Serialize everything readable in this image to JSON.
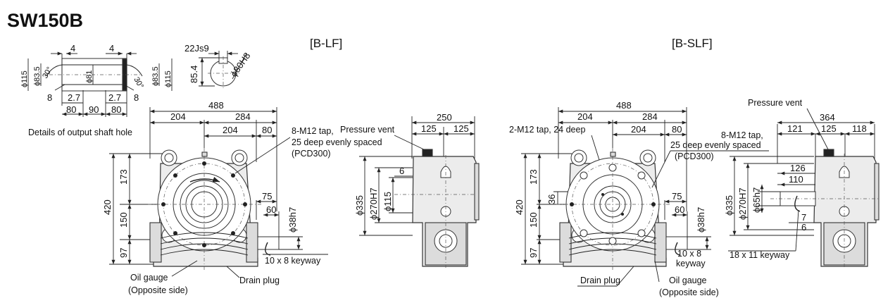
{
  "title": "SW150B",
  "views": {
    "left": "[B-LF]",
    "right": "[B-SLF]"
  },
  "shaft_detail": {
    "caption": "Details of output shaft hole",
    "top_4a": "4",
    "top_4b": "4",
    "d115a": "ϕ115",
    "d835a": "ϕ83.5",
    "d81": "ϕ81",
    "d835b": "ϕ83.5",
    "d115b": "ϕ115",
    "ang30a": "30°",
    "ang30b": "30°",
    "c27a": "2.7",
    "c27b": "2.7",
    "c8a": "8",
    "c8b": "8",
    "w80a": "80",
    "w90": "90",
    "w80b": "80"
  },
  "keyway_detail": {
    "width": "22Js9",
    "height": "85.4",
    "dia": "ϕ80H8"
  },
  "left_front": {
    "d488": "488",
    "d204a": "204",
    "d284": "284",
    "d204b": "204",
    "d80": "80",
    "h420": "420",
    "h173": "173",
    "h150": "150",
    "h97": "97",
    "d75": "75",
    "d60": "60",
    "d38": "ϕ38h7",
    "tap_line1": "8-M12 tap,",
    "tap_line2": "25 deep evenly spaced",
    "tap_line3": "(PCD300)",
    "keyway": "10 x 8 keyway",
    "oil1": "Oil gauge",
    "oil2": "(Opposite side)",
    "drain": "Drain plug"
  },
  "left_side": {
    "vent": "Pressure vent",
    "d250": "250",
    "d125a": "125",
    "d125b": "125",
    "d6": "6",
    "d335": "ϕ335",
    "d270": "ϕ270H7",
    "d115": "ϕ115"
  },
  "right_front": {
    "d488": "488",
    "d204a": "204",
    "d284": "284",
    "d204b": "204",
    "d80": "80",
    "tap2": "2-M12 tap, 24 deep",
    "h420": "420",
    "h173": "173",
    "h36": "36",
    "h150": "150",
    "h97": "97",
    "d75": "75",
    "d60": "60",
    "d38": "ϕ38h7",
    "keyway1": "10 x 8",
    "keyway2": "keyway",
    "drain": "Drain plug",
    "oil1": "Oil gauge",
    "oil2": "(Opposite side)"
  },
  "right_side": {
    "vent": "Pressure vent",
    "d364": "364",
    "d121": "121",
    "d125": "125",
    "d118": "118",
    "tap_line1": "8-M12 tap,",
    "tap_line2": "25 deep evenly spaced",
    "tap_line3": "(PCD300)",
    "d126": "126",
    "d110": "110",
    "d335": "ϕ335",
    "d270": "ϕ270H7",
    "d65": "ϕ65h7",
    "d7": "7",
    "d6": "6",
    "keyway": "18 x 11 keyway"
  }
}
